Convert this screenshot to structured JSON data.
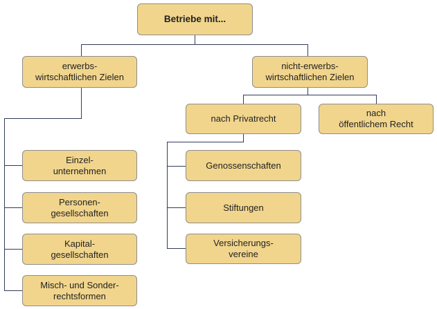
{
  "colors": {
    "node_fill": "#f1d58d",
    "node_border": "#8d8d8d",
    "connector": "#2f3b57",
    "text": "#222222"
  },
  "nodes": {
    "root": "Betriebe mit...",
    "erwerb": "erwerbs-\nwirtschaftlichen Zielen",
    "nicht": "nicht-erwerbs-\nwirtschaftlichen Zielen",
    "privat": "nach Privatrecht",
    "oeff": "nach\nöffentlichem Recht",
    "einzel": "Einzel-\nunternehmen",
    "personen": "Personen-\ngesellschaften",
    "kapital": "Kapital-\ngesellschaften",
    "misch": "Misch- und Sonder-\nrechtsformen",
    "genossen": "Genossenschaften",
    "stift": "Stiftungen",
    "versich": "Versicherungs-\nvereine"
  }
}
